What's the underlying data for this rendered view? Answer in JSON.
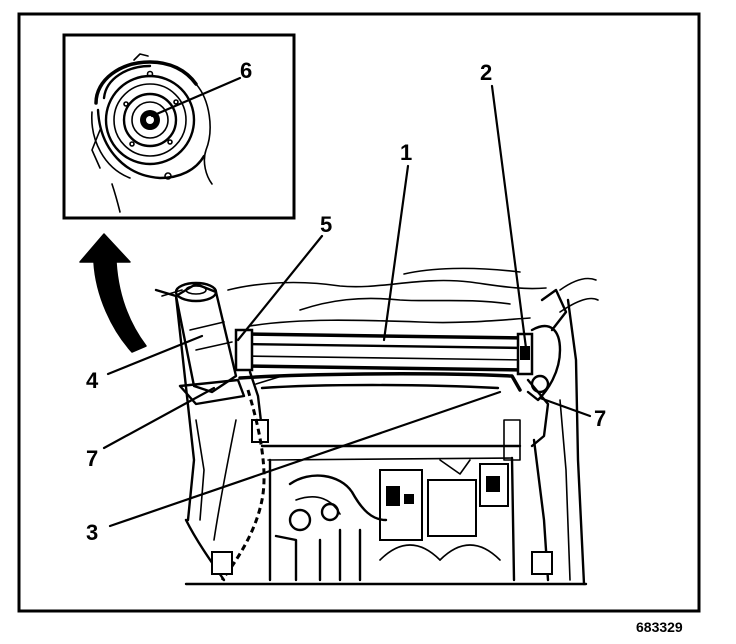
{
  "figure": {
    "callouts": [
      {
        "id": "c1",
        "text": "1"
      },
      {
        "id": "c2",
        "text": "2"
      },
      {
        "id": "c3",
        "text": "3"
      },
      {
        "id": "c4",
        "text": "4"
      },
      {
        "id": "c5",
        "text": "5"
      },
      {
        "id": "c6",
        "text": "6"
      },
      {
        "id": "c7a",
        "text": "7"
      },
      {
        "id": "c7b",
        "text": "7"
      }
    ],
    "figure_number": "683329"
  }
}
